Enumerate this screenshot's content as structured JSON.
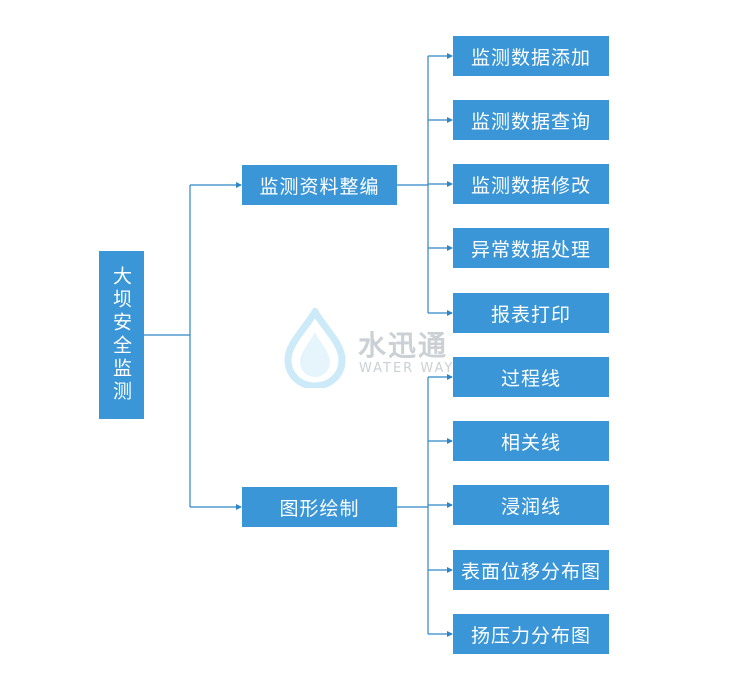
{
  "diagram": {
    "root": "大坝安全监测",
    "branches": [
      {
        "label": "监测资料整编",
        "children": [
          "监测数据添加",
          "监测数据查询",
          "监测数据修改",
          "异常数据处理",
          "报表打印"
        ]
      },
      {
        "label": "图形绘制",
        "children": [
          "过程线",
          "相关线",
          "浸润线",
          "表面位移分布图",
          "扬压力分布图"
        ]
      }
    ]
  },
  "watermark": {
    "title": "水迅通",
    "subtitle": "WATER WAY"
  },
  "colors": {
    "node_fill": "#3a96d6",
    "connector": "#2f86c6",
    "node_text": "#ffffff"
  }
}
